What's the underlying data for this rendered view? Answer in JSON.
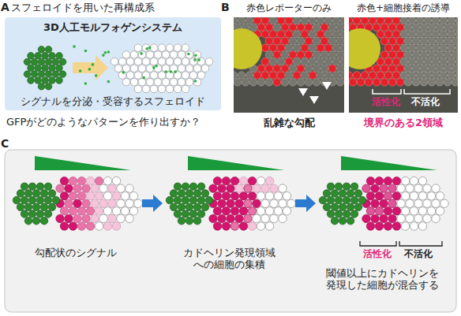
{
  "diagram": {
    "nodes": [
      {
        "text": [
          "スフェロイドを用いた再構成系",
          "3D人工モルフォゲンシステム",
          "シグナルを分泌・受容するスフェロイド"
        ]
      },
      {
        "text": [
          "赤色レポーターのみ",
          "乱雑な勾配"
        ]
      },
      {
        "text": [
          "赤色+細胞接着の誘導",
          "活性化",
          "不活化",
          "境界のある2領域"
        ]
      },
      {
        "text": [
          "勾配状のシグナル"
        ]
      },
      {
        "text": [
          "カドヘリン発現領域 への細胞の集積"
        ]
      },
      {
        "text": [
          "活性化",
          "不活化",
          "閾値以上にカドヘリンを 発現した細胞が混合する"
        ]
      }
    ],
    "edges": [
      {
        "from": 3,
        "to": 4,
        "arrow": "to"
      },
      {
        "from": 4,
        "to": 5,
        "arrow": "to"
      }
    ],
    "labels": [
      "A",
      "GFPがどのようなパターンを作り出すか？",
      "B",
      "C"
    ]
  }
}
